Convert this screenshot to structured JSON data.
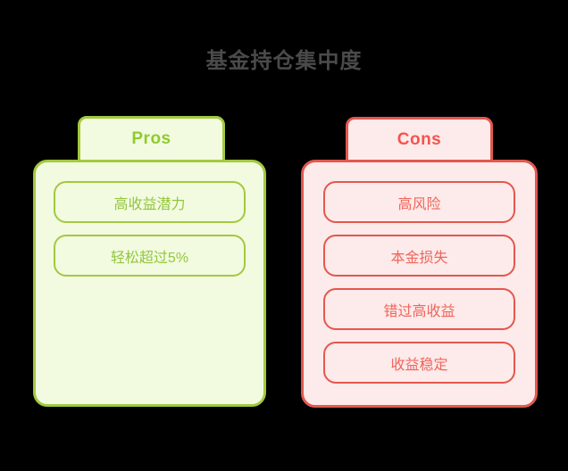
{
  "title": "基金持仓集中度",
  "pros": {
    "label": "Pros",
    "items": [
      "高收益潜力",
      "轻松超过5%"
    ]
  },
  "cons": {
    "label": "Cons",
    "items": [
      "高风险",
      "本金损失",
      "错过高收益",
      "收益稳定"
    ]
  },
  "colors": {
    "background": "#000000",
    "title_text": "#4a4a4a",
    "pros_fill": "#f2fbe0",
    "pros_stroke": "#a3c93f",
    "pros_label": "#8ecc2b",
    "pros_item_text": "#94c53f",
    "cons_fill": "#fdeaea",
    "cons_stroke": "#e2584e",
    "cons_label": "#f4544e",
    "cons_item_text": "#ee665c"
  }
}
